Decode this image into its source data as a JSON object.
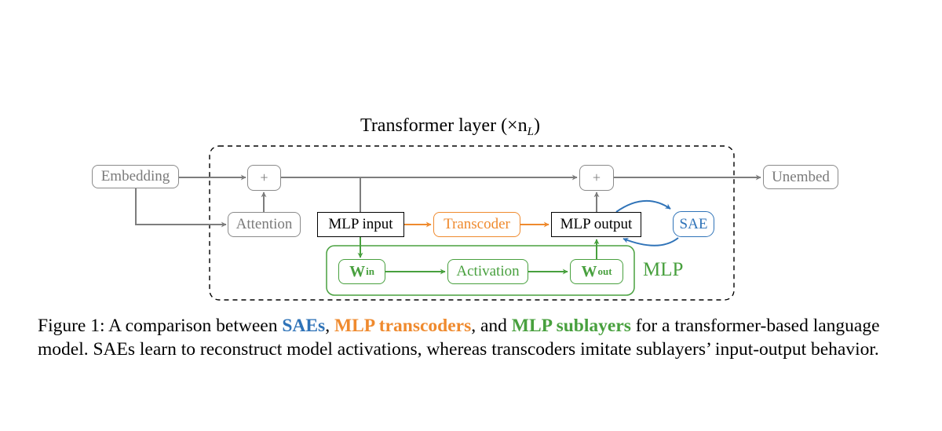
{
  "diagram": {
    "title": "Transformer layer (×n",
    "title_subscript": "L",
    "title_close": ")",
    "mlp_label": "MLP",
    "nodes": {
      "embedding": "Embedding",
      "plus_top_left": "+",
      "plus_top_right": "+",
      "unembed": "Unembed",
      "attention": "Attention",
      "mlp_input": "MLP input",
      "transcoder": "Transcoder",
      "mlp_output": "MLP output",
      "sae": "SAE",
      "w_in": "W",
      "w_in_sub": "in",
      "activation": "Activation",
      "w_out": "W",
      "w_out_sub": "out"
    },
    "colors": {
      "residual": "#8a8a8a",
      "transcoder": "#ef8a2e",
      "mlp": "#48a03e",
      "sae": "#2f73b8"
    }
  },
  "caption": {
    "prefix": "Figure 1: A comparison between ",
    "sae": "SAEs",
    "sep1": ", ",
    "transcoders": "MLP transcoders",
    "sep2": ", and ",
    "sublayers": "MLP sublayers",
    "rest": " for a transformer-based language model. SAEs learn to reconstruct model activations, whereas transcoders imitate sublayers’ input-output behavior."
  }
}
